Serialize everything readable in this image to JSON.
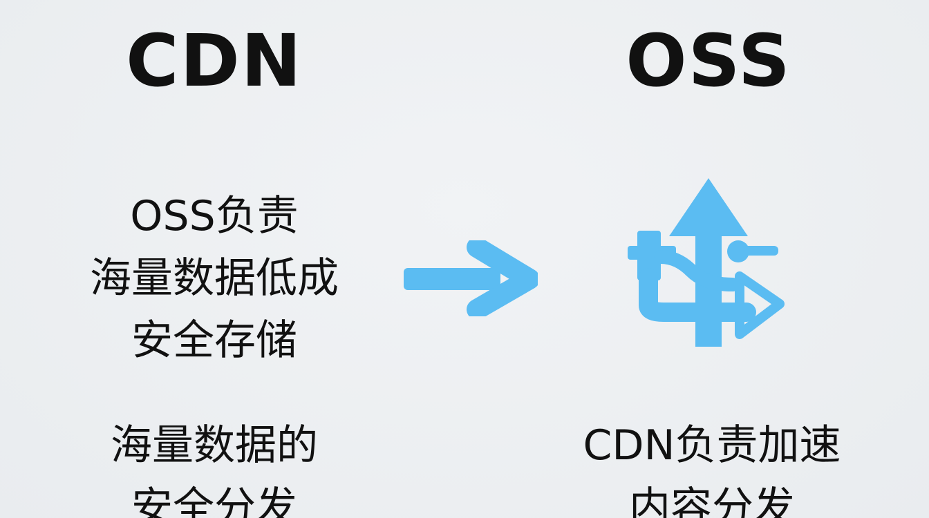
{
  "headings": {
    "left": "CDN",
    "right": "OSS"
  },
  "left_top": {
    "lines": [
      "OSS负责",
      "海量数据低成",
      "安全存储"
    ]
  },
  "left_bottom": {
    "lines": [
      "海量数据的",
      "安全分发"
    ]
  },
  "right_bottom": {
    "lines": [
      "CDN负责加速",
      "内容分发"
    ]
  },
  "icons": {
    "flow_arrow": "right-arrow-icon",
    "oss_graphic": "branching-arrows-icon"
  },
  "colors": {
    "background": "#eceff2",
    "accent_blue": "#5bbcf2",
    "text": "#111111"
  }
}
